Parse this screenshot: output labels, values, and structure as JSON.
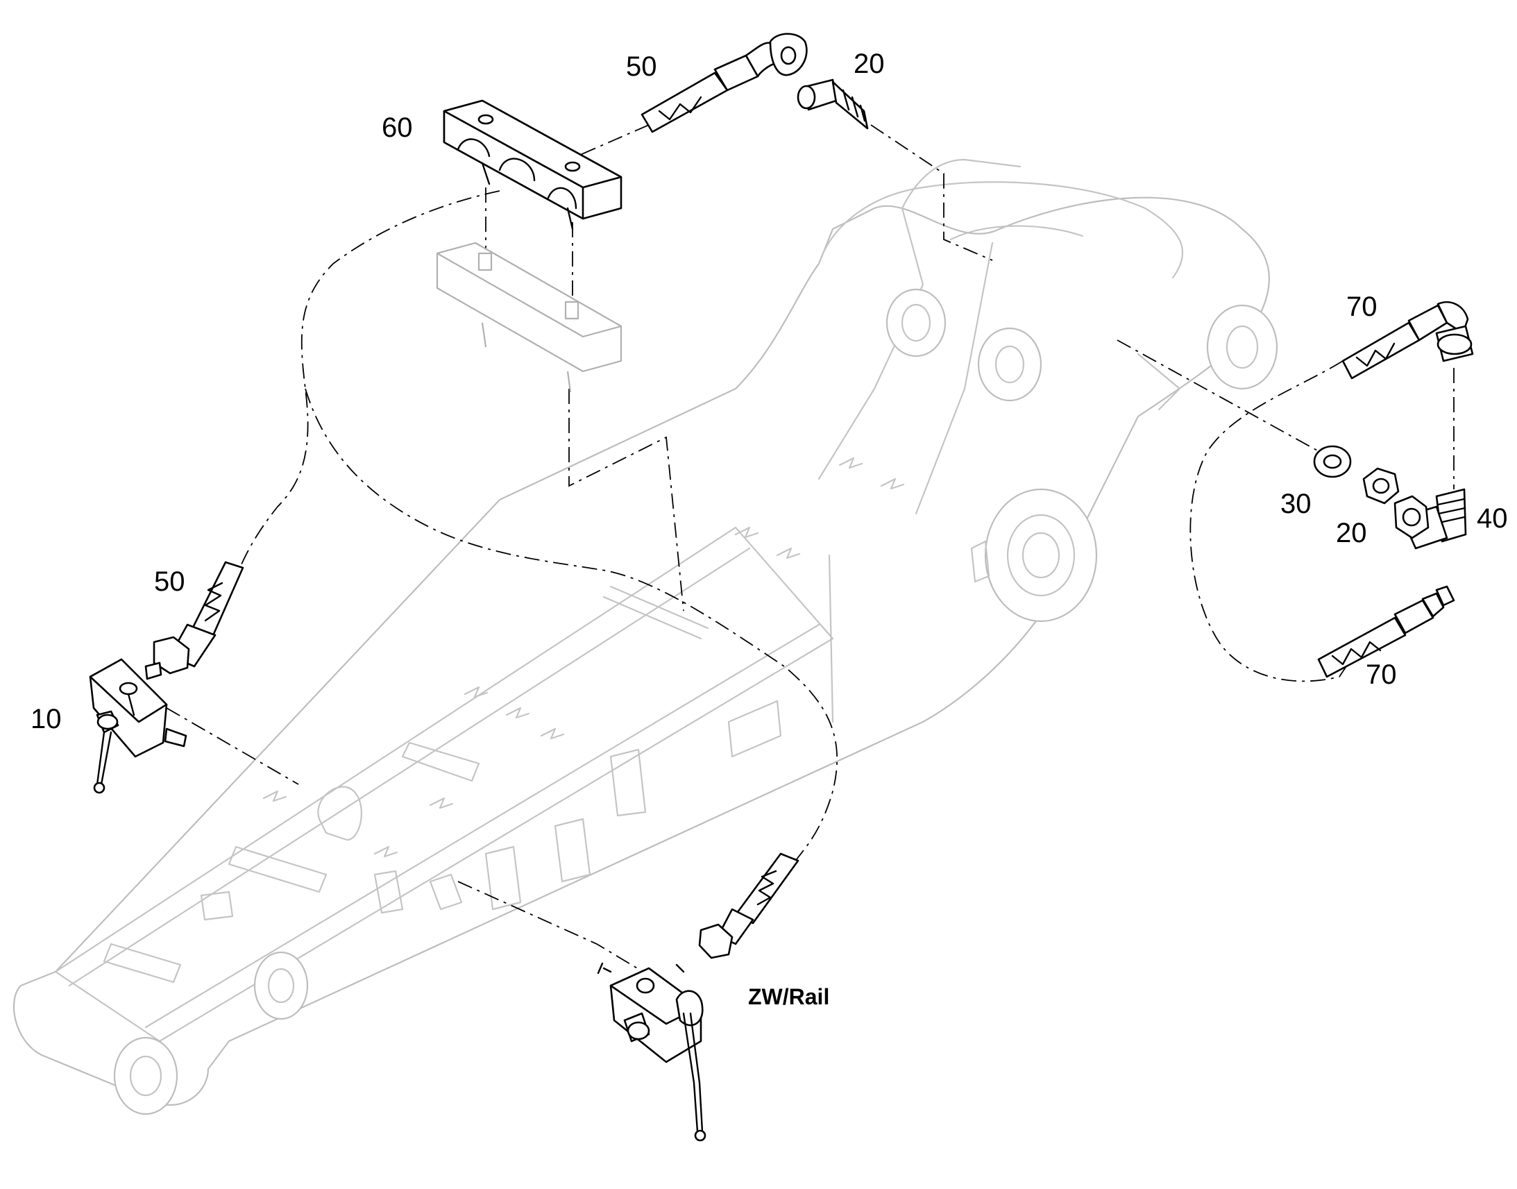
{
  "callouts": {
    "c50_top": "50",
    "c20_top": "20",
    "c60": "60",
    "c70_top": "70",
    "c30": "30",
    "c20_right": "20",
    "c40": "40",
    "c50_left": "50",
    "c10": "10",
    "c70_bottom": "70"
  },
  "variant_label": "ZW/Rail",
  "colors": {
    "ink": "#000000",
    "ghost_outline": "#c4c4c4",
    "background": "#ffffff"
  }
}
